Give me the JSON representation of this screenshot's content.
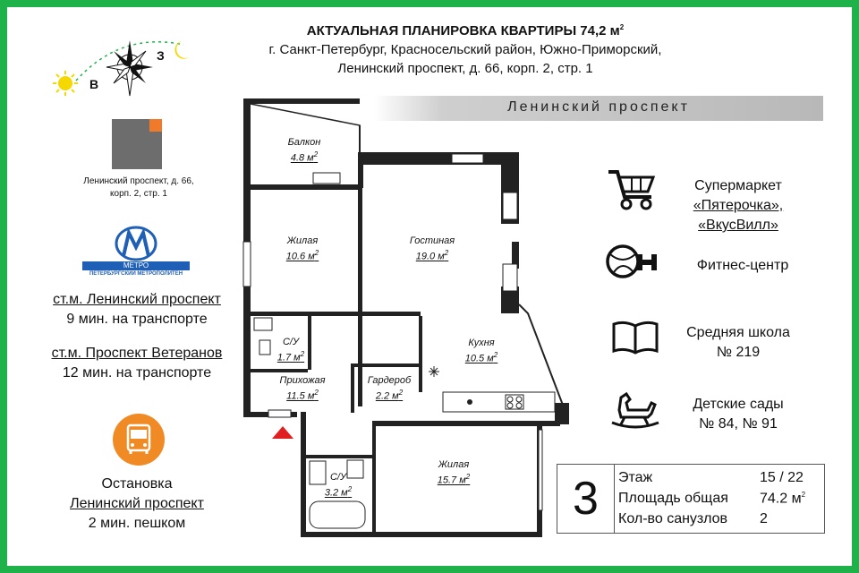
{
  "header": {
    "title": "АКТУАЛЬНАЯ ПЛАНИРОВКА КВАРТИРЫ 74,2 м",
    "title_sup": "2",
    "address_line1": "г. Санкт-Петербург, Красносельский район, Южно-Приморский,",
    "address_line2": "Ленинский проспект, д. 66, корп. 2, стр. 1"
  },
  "compass": {
    "east_letter": "В",
    "west_letter": "З"
  },
  "building": {
    "caption_line1": "Ленинский проспект, д. 66,",
    "caption_line2": "корп. 2, стр. 1"
  },
  "metro": {
    "logo_text": "МЕТРО",
    "logo_sub": "ПЕТЕРБУРГСКИЙ МЕТРОПОЛИТЕН",
    "station1": "ст.м. Ленинский проспект",
    "station1_time": "9 мин. на транспорте",
    "station2": "ст.м. Проспект Ветеранов",
    "station2_time": "12 мин. на транспорте"
  },
  "bus": {
    "line1": "Остановка",
    "line2": "Ленинский проспект",
    "line3": "2 мин. пешком"
  },
  "street": "Ленинский проспект",
  "rooms": [
    {
      "name": "Балкон",
      "area": "4.8 м"
    },
    {
      "name": "Жилая",
      "area": "10.6 м"
    },
    {
      "name": "Гостиная",
      "area": "19.0 м"
    },
    {
      "name": "С/У",
      "area": "1.7 м"
    },
    {
      "name": "Кухня",
      "area": "10.5 м"
    },
    {
      "name": "Прихожая",
      "area": "11.5 м"
    },
    {
      "name": "Гардероб",
      "area": "2.2 м"
    },
    {
      "name": "С/У",
      "area": "3.2 м"
    },
    {
      "name": "Жилая",
      "area": "15.7 м"
    }
  ],
  "area_sup": "2",
  "poi": {
    "supermarket_l1": "Супермаркет",
    "supermarket_l2": "«Пятерочка»,",
    "supermarket_l3": "«ВкусВилл»",
    "fitness": "Фитнес-центр",
    "school_l1": "Средняя школа",
    "school_l2": "№ 219",
    "kinder_l1": "Детские сады",
    "kinder_l2": "№ 84, № 91"
  },
  "info": {
    "rooms_count": "3",
    "floor_label": "Этаж",
    "floor_value": "15 / 22",
    "area_label": "Площадь общая",
    "area_value": "74.2 м",
    "area_sup": "2",
    "bath_label": "Кол-во санузлов",
    "bath_value": "2"
  },
  "colors": {
    "frame": "#1fb14a",
    "bus": "#f08a24",
    "metro": "#1f5fb5",
    "entrance": "#e02020",
    "sun": "#f5d800"
  }
}
